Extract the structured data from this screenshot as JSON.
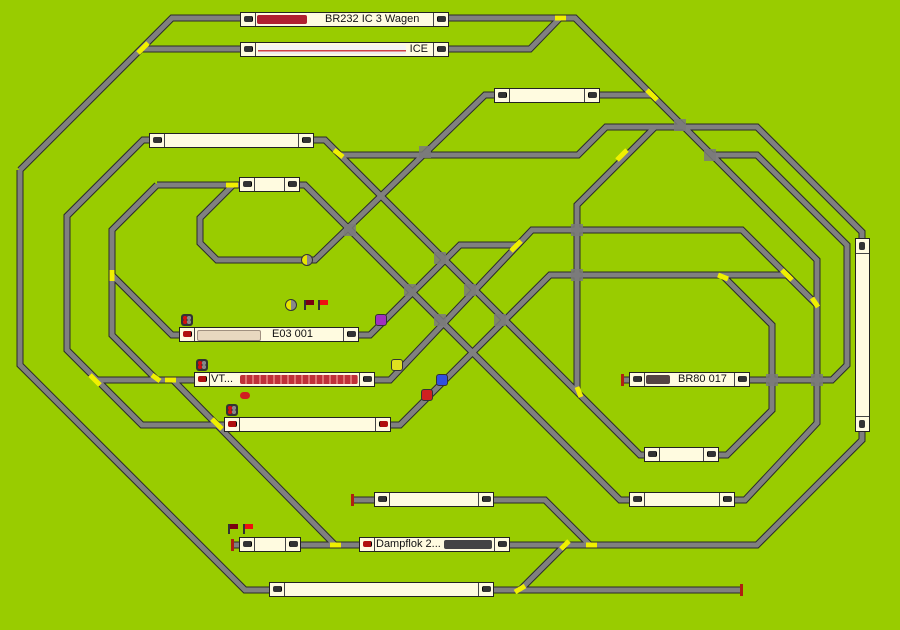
{
  "app": {
    "view": "track-plan"
  },
  "colors": {
    "background": "#99cc00",
    "track": "#808080",
    "switch_active": "#f0f000",
    "block_fill": "#fffbe0",
    "signal_red": "#d01010"
  },
  "blocks": [
    {
      "label": "BR232 IC 3 Wagen",
      "train_color": "#b02030"
    },
    {
      "label": "ICE",
      "train_color": "#f4f4f4"
    },
    {
      "label": ""
    },
    {
      "label": ""
    },
    {
      "label": ""
    },
    {
      "label": "E03 001",
      "train_color": "#e8d8c0"
    },
    {
      "label": "VT...",
      "train_color": "#c03038"
    },
    {
      "label": ""
    },
    {
      "label": "BR80 017",
      "train_color": "#554444"
    },
    {
      "label": ""
    },
    {
      "label": ""
    },
    {
      "label": ""
    },
    {
      "label": ""
    },
    {
      "label": "Dampflok 2...",
      "train_color": "#444444"
    },
    {
      "label": ""
    },
    {
      "label": ""
    }
  ],
  "icons": {
    "signal": "signal-red-icon",
    "flag_dark": "flag-dark-icon",
    "flag_red": "flag-red-icon",
    "sensor": "sensor-icon",
    "route": "route-icon",
    "bumper": "buffer-stop-icon"
  },
  "route_colors": [
    "#a030c0",
    "#e0e020",
    "#3050e0",
    "#d02020"
  ]
}
